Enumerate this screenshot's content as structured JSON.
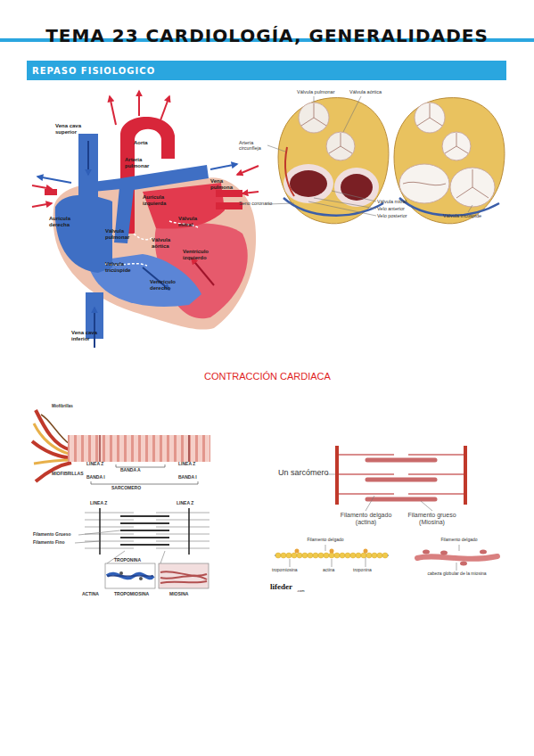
{
  "diagram": {
    "title": "TEMA 23 CARDIOLOGÍA, GENERALIDADES",
    "nodes": [
      {
        "text": [
          "REPASO FISIOLOGICO"
        ]
      }
    ],
    "labels": [
      "Vena cava superior",
      "Aorta",
      "Arteria pulmonar",
      "Vena pulmona",
      "Aurícula izquierda",
      "Aurícula derecha",
      "Válvula mitral",
      "Válvula pulmonar",
      "Válvula aórtica",
      "Ventrículo izquierdo",
      "Válvula tricúspide",
      "Ventrículo derecho",
      "Vena cava inferior",
      "Válvula pulmonar",
      "Válvula aórtica",
      "Arteria circunfleja",
      "Seno coronario",
      "Válvula mitral",
      "Velo anterior",
      "Velo posterior",
      "Válvula tricúspide",
      "CONTRACCIÓN CARDIACA",
      "Miofibrillas",
      "LINEA Z",
      "BANDA A",
      "LINEA Z",
      "MIOFIBRILLAS",
      "BANDA I",
      "BANDA I",
      "SARCOMERO",
      "LINEA Z",
      "LINEA Z",
      "Filamento Grueso",
      "Filamento Fino",
      "TROPONINA",
      "ACTINA",
      "TROPOMIOSINA",
      "MIOSINA",
      "Un sarcómero",
      "Filamento delgado (actina)",
      "Filamento grueso (Miosina)",
      "Filamento delgado",
      "Filamento delgado",
      "tropomiosina",
      "actina",
      "troponina",
      "cabeza globular de la miosina",
      "lifeder",
      ".com"
    ]
  }
}
